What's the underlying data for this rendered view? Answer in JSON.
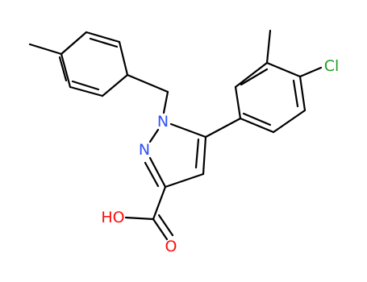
{
  "atoms": {
    "n1": {
      "label": "N",
      "color": "#3050f8"
    },
    "n2": {
      "label": "N",
      "color": "#3050f8"
    },
    "cl": {
      "label": "Cl",
      "color": "#1f9e1f"
    },
    "oh": {
      "label": "HO",
      "color": "#ff0d0d"
    },
    "o": {
      "label": "O",
      "color": "#ff0d0d"
    }
  },
  "colors": {
    "bond": "#000000",
    "background": "#ffffff"
  }
}
